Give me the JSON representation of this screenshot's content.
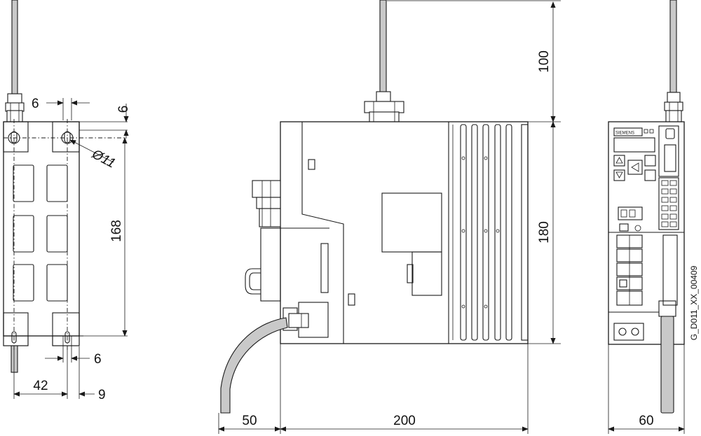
{
  "dimensions": {
    "left_top_gap": "6",
    "left_top_right": "6",
    "hole_diameter": "Ø11",
    "left_height": "168",
    "left_bottom_gap": "6",
    "left_width": "42",
    "left_bottom_right": "9",
    "cable_clearance_top": "100",
    "side_height": "180",
    "cable_clearance_front": "50",
    "depth": "200",
    "front_width": "60"
  },
  "front_panel": {
    "brand": "SIEMENS"
  },
  "drawing_code": "G_D011_XX_00409"
}
